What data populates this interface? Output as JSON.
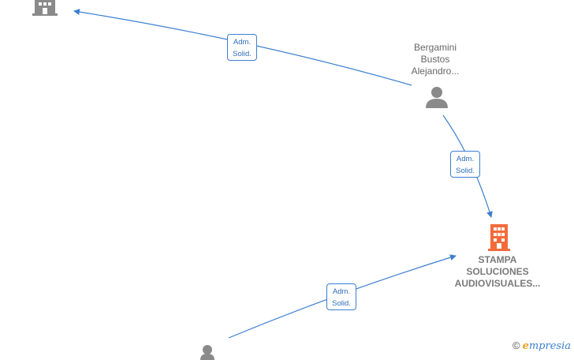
{
  "nodes": {
    "top_company": {
      "label": ""
    },
    "person_bergamini": {
      "label": "Bergamini\nBustos\nAlejandro..."
    },
    "stampa": {
      "label": "STAMPA\nSOLUCIONES\nAUDIOVISUALES..."
    },
    "bottom_person": {
      "label": ""
    }
  },
  "edges": [
    {
      "line1": "Adm.",
      "line2": "Solid."
    },
    {
      "line1": "Adm.",
      "line2": "Solid."
    },
    {
      "line1": "Adm.",
      "line2": "Solid."
    }
  ],
  "colors": {
    "edge": "#3c7fd0",
    "company_main": "#f26b3a",
    "company_other": "#8a8a8a",
    "person": "#8a8a8a"
  },
  "watermark": {
    "copyright": "©",
    "brand_e": "e",
    "brand_rest": "mpresia"
  }
}
